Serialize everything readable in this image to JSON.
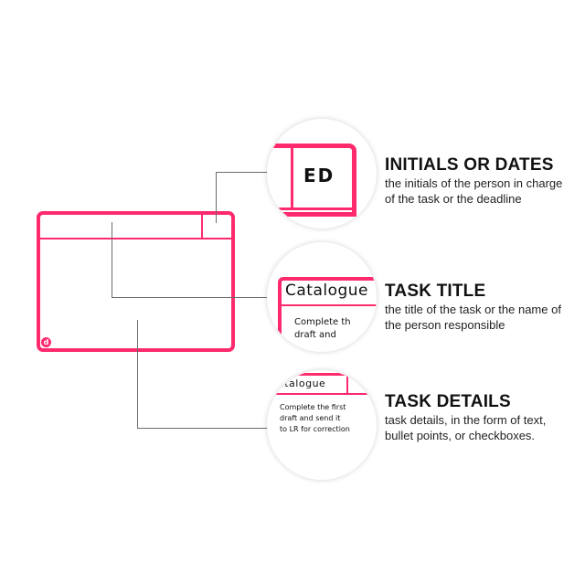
{
  "card": {
    "accent": "#ff2a6d",
    "logo_glyph": "d"
  },
  "callouts": [
    {
      "title": "INITIALS OR DATES",
      "description": "the initials of the person in charge of the task or the deadline",
      "zoom_text": "ED"
    },
    {
      "title": "TASK TITLE",
      "description": "the title of the task or the name of the person responsible",
      "zoom_title": "Catalogue",
      "zoom_text_line1": "Complete th",
      "zoom_text_line2": "draft and"
    },
    {
      "title": "TASK DETAILS",
      "description": "task details, in the form of text, bullet points, or checkboxes.",
      "zoom_title": "atalogue",
      "zoom_text_line1": "Complete the first",
      "zoom_text_line2": "draft and send it",
      "zoom_text_line3": "to LR for correction"
    }
  ]
}
